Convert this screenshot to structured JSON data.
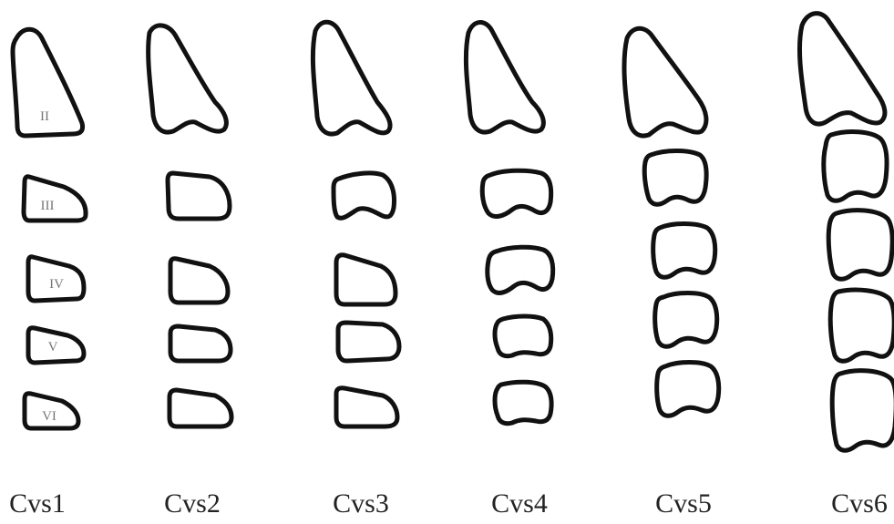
{
  "stages": [
    {
      "label": "Cvs1",
      "vertebra_labels": [
        "II",
        "III",
        "IV",
        "V",
        "VI"
      ]
    },
    {
      "label": "Cvs2"
    },
    {
      "label": "Cvs3"
    },
    {
      "label": "Cvs4"
    },
    {
      "label": "Cvs5"
    },
    {
      "label": "Cvs6"
    }
  ]
}
